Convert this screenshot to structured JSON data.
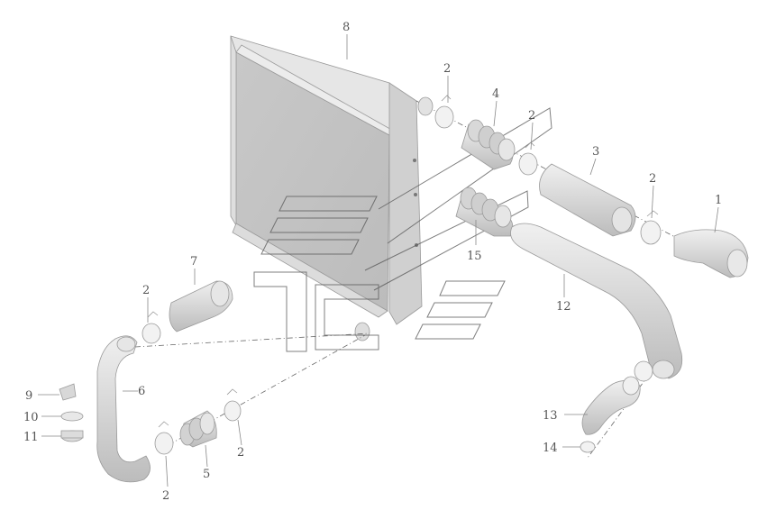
{
  "figure": {
    "callouts": [
      {
        "id": "c8",
        "text": "8"
      },
      {
        "id": "c2a",
        "text": "2"
      },
      {
        "id": "c4",
        "text": "4"
      },
      {
        "id": "c2b",
        "text": "2"
      },
      {
        "id": "c3",
        "text": "3"
      },
      {
        "id": "c2c",
        "text": "2"
      },
      {
        "id": "c1",
        "text": "1"
      },
      {
        "id": "c15",
        "text": "15"
      },
      {
        "id": "c12",
        "text": "12"
      },
      {
        "id": "c7",
        "text": "7"
      },
      {
        "id": "c2d",
        "text": "2"
      },
      {
        "id": "c6",
        "text": "6"
      },
      {
        "id": "c9",
        "text": "9"
      },
      {
        "id": "c10",
        "text": "10"
      },
      {
        "id": "c11",
        "text": "11"
      },
      {
        "id": "c5",
        "text": "5"
      },
      {
        "id": "c2e",
        "text": "2"
      },
      {
        "id": "c2f",
        "text": "2"
      },
      {
        "id": "c13",
        "text": "13"
      },
      {
        "id": "c14",
        "text": "14"
      }
    ]
  },
  "colors": {
    "part_fill": "#d9d9d9",
    "part_shadow": "#bdbdbd",
    "line": "#666666"
  }
}
